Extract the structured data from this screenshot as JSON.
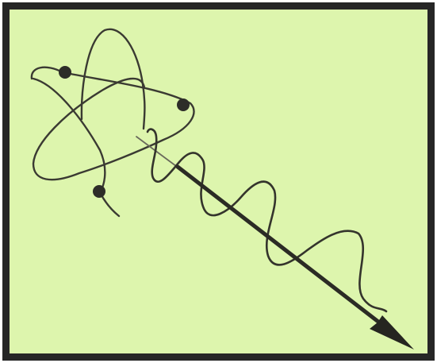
{
  "figure": {
    "subject": "atom-emitting-wave",
    "colors": {
      "background": "#ddf5ad",
      "frame": "#262626",
      "ink": "#34342c",
      "arrow": "#252520"
    },
    "electron_count": 3,
    "orbit_count": 3,
    "wave_crest_count": 5
  }
}
